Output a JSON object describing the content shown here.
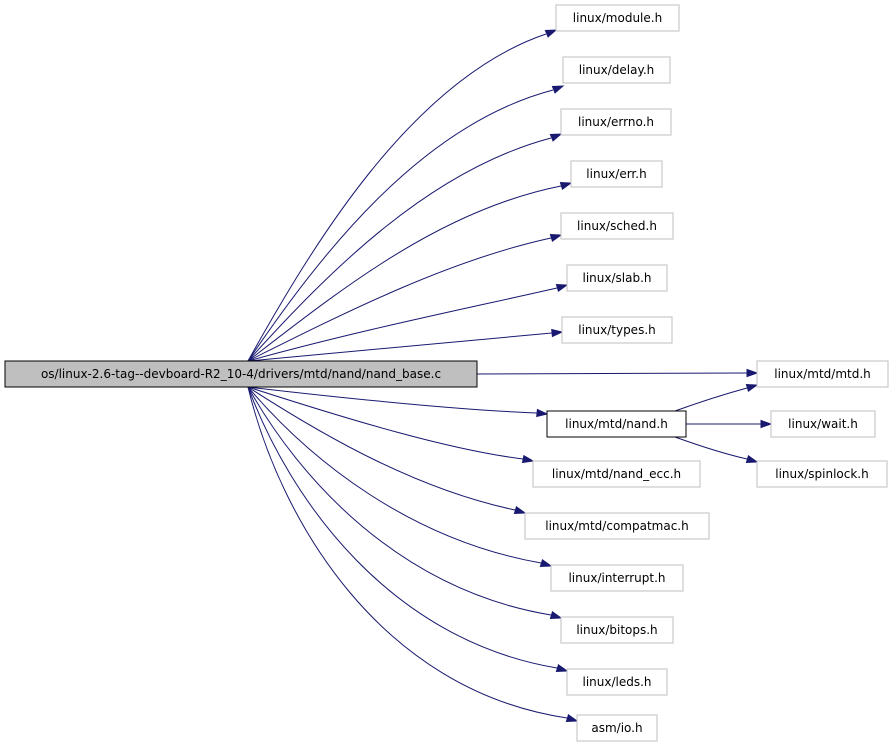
{
  "graph": {
    "root": {
      "id": "root",
      "label": "os/linux-2.6-tag--devboard-R2_10-4/drivers/mtd/nand/nand_base.c"
    },
    "nodes": [
      {
        "id": "module",
        "label": "linux/module.h"
      },
      {
        "id": "delay",
        "label": "linux/delay.h"
      },
      {
        "id": "errno",
        "label": "linux/errno.h"
      },
      {
        "id": "err",
        "label": "linux/err.h"
      },
      {
        "id": "sched",
        "label": "linux/sched.h"
      },
      {
        "id": "slab",
        "label": "linux/slab.h"
      },
      {
        "id": "types",
        "label": "linux/types.h"
      },
      {
        "id": "mtd",
        "label": "linux/mtd/mtd.h"
      },
      {
        "id": "nand",
        "label": "linux/mtd/nand.h"
      },
      {
        "id": "wait",
        "label": "linux/wait.h"
      },
      {
        "id": "spinlock",
        "label": "linux/spinlock.h"
      },
      {
        "id": "nand_ecc",
        "label": "linux/mtd/nand_ecc.h"
      },
      {
        "id": "compatmac",
        "label": "linux/mtd/compatmac.h"
      },
      {
        "id": "interrupt",
        "label": "linux/interrupt.h"
      },
      {
        "id": "bitops",
        "label": "linux/bitops.h"
      },
      {
        "id": "leds",
        "label": "linux/leds.h"
      },
      {
        "id": "io",
        "label": "asm/io.h"
      }
    ],
    "edges": [
      [
        "root",
        "module"
      ],
      [
        "root",
        "delay"
      ],
      [
        "root",
        "errno"
      ],
      [
        "root",
        "err"
      ],
      [
        "root",
        "sched"
      ],
      [
        "root",
        "slab"
      ],
      [
        "root",
        "types"
      ],
      [
        "root",
        "mtd"
      ],
      [
        "root",
        "nand"
      ],
      [
        "root",
        "nand_ecc"
      ],
      [
        "root",
        "compatmac"
      ],
      [
        "root",
        "interrupt"
      ],
      [
        "root",
        "bitops"
      ],
      [
        "root",
        "leds"
      ],
      [
        "root",
        "io"
      ],
      [
        "nand",
        "mtd"
      ],
      [
        "nand",
        "wait"
      ],
      [
        "nand",
        "spinlock"
      ]
    ],
    "colors": {
      "edge": "#191970",
      "root_fill": "#bfbfbf",
      "node_border": "#bfbfbf",
      "expanded_border": "#000000"
    }
  }
}
